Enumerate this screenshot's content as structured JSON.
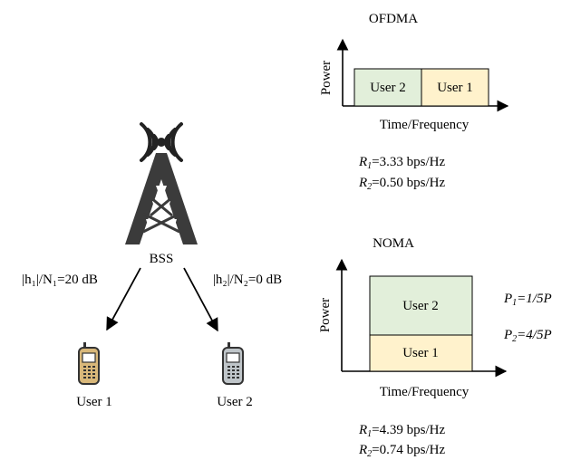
{
  "left": {
    "tower_label": "BSS",
    "link_labels": {
      "user1": "|h₁|/N₁=20 dB",
      "user2": "|h₂|/N₂=0 dB"
    },
    "users": {
      "user1": "User 1",
      "user2": "User 2"
    }
  },
  "ofdma": {
    "title": "OFDMA",
    "y_axis_label": "Power",
    "x_axis_label": "Time/Frequency",
    "blocks": [
      {
        "label": "User 2",
        "color": "#E2EFDA"
      },
      {
        "label": "User 1",
        "color": "#FFF2CC"
      }
    ],
    "rates": [
      {
        "symbol": "R",
        "sub": "1",
        "value": "=3.33 bps/Hz"
      },
      {
        "symbol": "R",
        "sub": "2",
        "value": "=0.50 bps/Hz"
      }
    ]
  },
  "noma": {
    "title": "NOMA",
    "y_axis_label": "Power",
    "x_axis_label": "Time/Frequency",
    "blocks": [
      {
        "label": "User 2",
        "color": "#E2EFDA",
        "power": {
          "symbol": "P",
          "sub": "1",
          "value": "=1/5P"
        }
      },
      {
        "label": "User 1",
        "color": "#FFF2CC",
        "power": {
          "symbol": "P",
          "sub": "2",
          "value": "=4/5P"
        }
      }
    ],
    "rates": [
      {
        "symbol": "R",
        "sub": "1",
        "value": "=4.39 bps/Hz"
      },
      {
        "symbol": "R",
        "sub": "2",
        "value": "=0.74 bps/Hz"
      }
    ]
  }
}
